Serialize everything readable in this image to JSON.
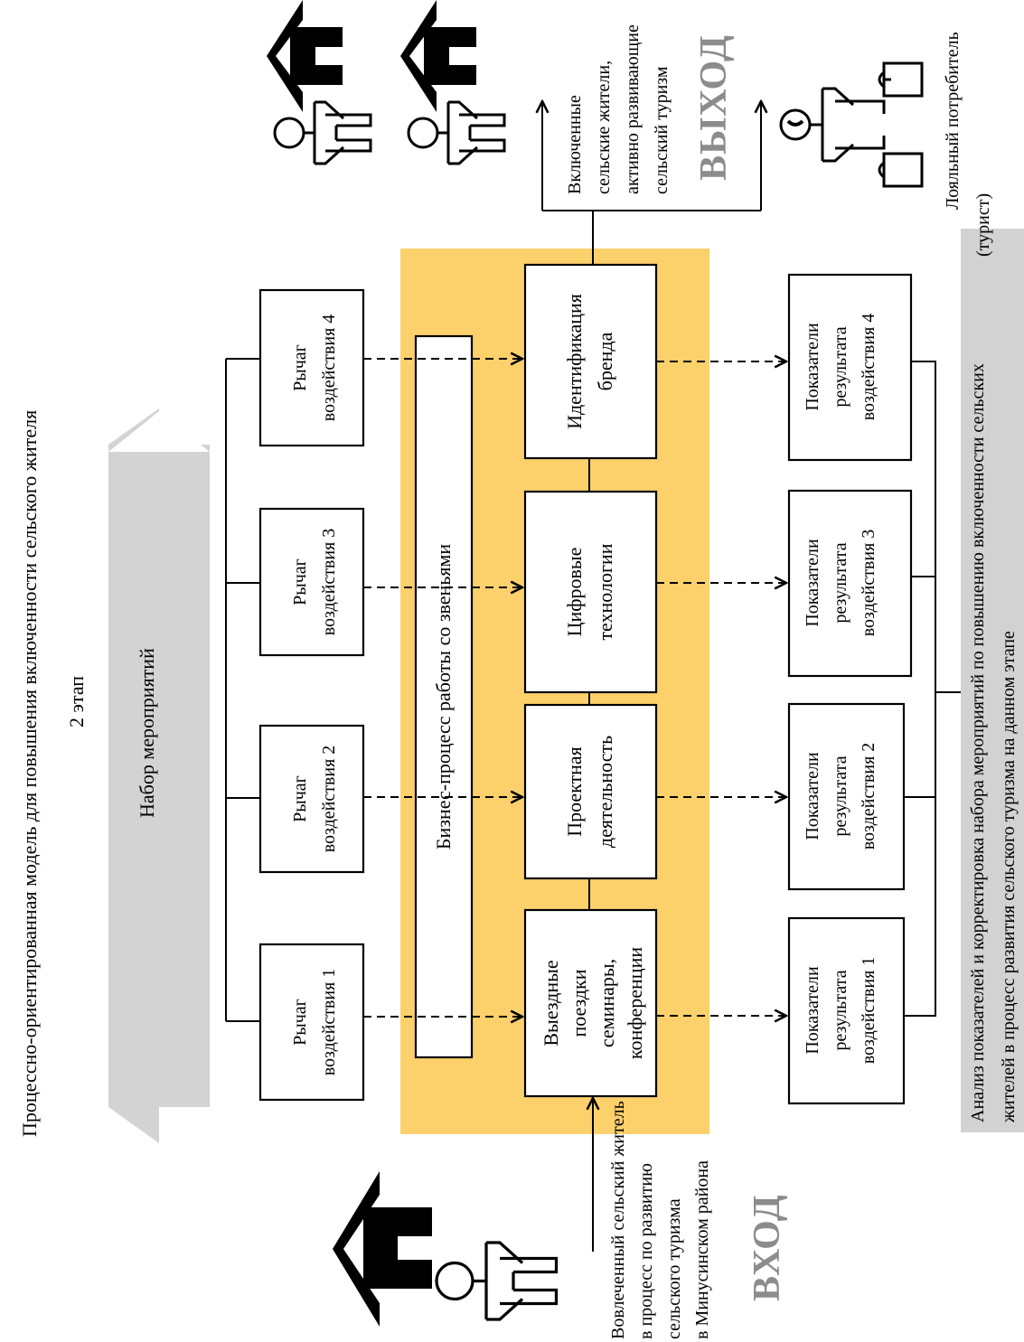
{
  "title": "Процессно-ориентированная модель для повышения включенности сельского жителя",
  "stage": "2 этап",
  "measures_arrow": "Набор мероприятий",
  "levers": [
    "Рычаг воздействия 1",
    "Рычаг воздействия 2",
    "Рычаг воздействия 3",
    "Рычаг воздействия 4"
  ],
  "business_process": "Бизнес-процесс работы со звеньями",
  "activities": [
    "Выездные поездки семинары, конференции",
    "Проектная деятельность",
    "Цифровые технологии",
    "Идентификация бренда"
  ],
  "indicators": [
    "Показатели результата воздействия 1",
    "Показатели результата воздействия 2",
    "Показатели результата воздействия 3",
    "Показатели результата воздействия 4"
  ],
  "analysis": "Анализ показателей и корректировка набора мероприятий по повышению включенности сельских жителей в процесс развития сельского туризма на данном этапе",
  "input": {
    "label": "ВХОД",
    "description": "Вовлеченный сельский житель в процесс по развитию сельского туризма в Минусинском района"
  },
  "output": {
    "label": "ВЫХОД",
    "residents": "Включенные сельские жители, активно развивающие сельский туризм",
    "tourist": "Лояльный потребитель (турист)"
  },
  "colors": {
    "highlight": "#fcd16b",
    "gray_band": "#d2d2d2",
    "arrow_gray": "#d3d3d3",
    "label_gray": "#8c8c8c"
  },
  "icons": [
    "house-icon",
    "person-icon",
    "tourist-with-bags-icon"
  ]
}
